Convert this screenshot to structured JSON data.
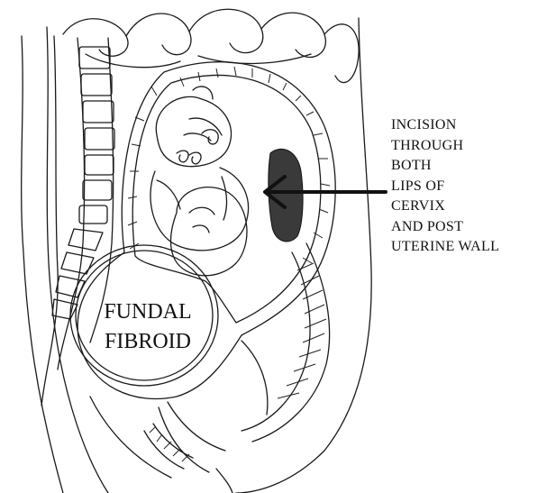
{
  "diagram": {
    "annotation_lines": [
      "INCISION",
      "THROUGH",
      "BOTH",
      "LIPS OF",
      "CERVIX",
      "AND POST",
      "UTERINE WALL"
    ],
    "fibroid_lines": [
      "FUNDAL",
      "FIBROID"
    ],
    "arrow_icon": "arrow-left-icon"
  }
}
